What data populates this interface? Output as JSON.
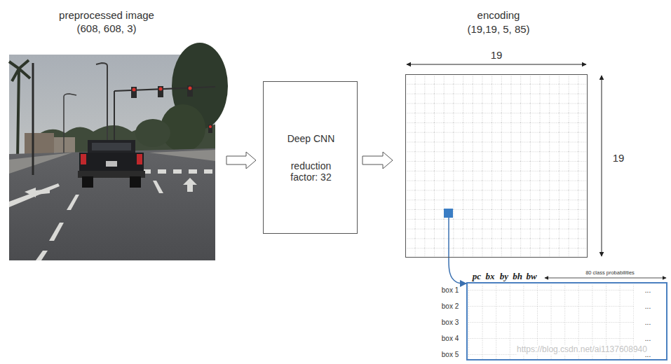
{
  "diagram": {
    "nodes": [
      {
        "text": [
          "preprocessed image",
          "(608, 608, 3)"
        ]
      },
      {
        "text": [
          "Deep CNN",
          "reduction factor: 32"
        ]
      },
      {
        "text": [
          "encoding",
          "(19,19, 5, 85)"
        ]
      },
      {
        "text": [
          "pc",
          "bx",
          "by",
          "bh",
          "bw",
          "80 class probabilities",
          "box 1",
          "box 2",
          "box 3",
          "box 4",
          "box 5",
          "...",
          "...",
          "...",
          "...",
          "..."
        ]
      }
    ],
    "edges": [
      {
        "from": 0,
        "to": 1,
        "arrow": "to"
      },
      {
        "from": 1,
        "to": 2,
        "arrow": "to"
      },
      {
        "from": 2,
        "to": 3,
        "arrow": "to"
      }
    ],
    "labels": [
      "19",
      "19",
      "https://blog.csdn.net/ai1137608940"
    ]
  }
}
